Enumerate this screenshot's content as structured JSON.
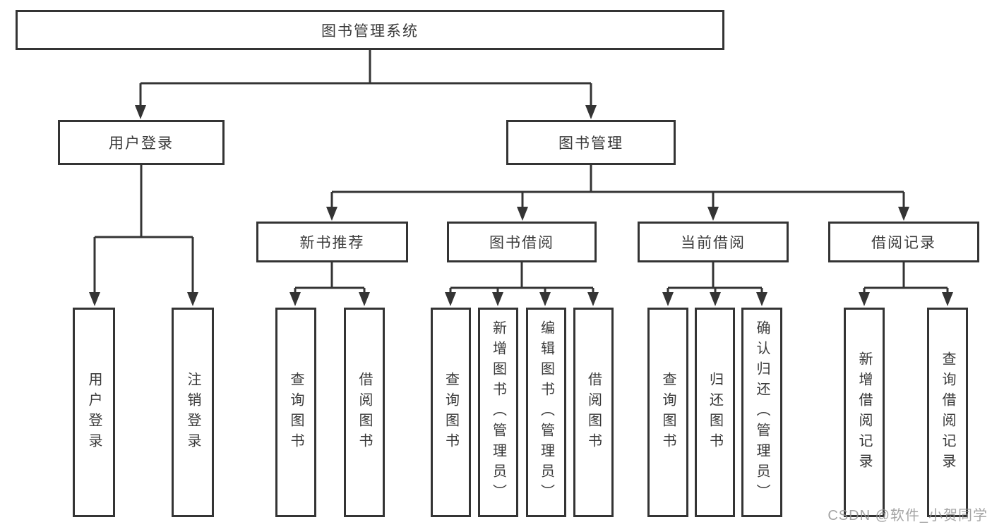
{
  "diagram": {
    "title": "图书管理系统",
    "colors": {
      "line": "#343434",
      "text": "#3a3a3a",
      "background": "#ffffff",
      "watermark": "#949494"
    },
    "nodes": {
      "root": "图书管理系统",
      "user_login": "用户登录",
      "book_mgmt": "图书管理",
      "new_book_rec": "新书推荐",
      "book_borrow": "图书借阅",
      "current_borrow": "当前借阅",
      "borrow_records": "借阅记录",
      "leaf_user_login": "用户登录",
      "leaf_logout": "注销登录",
      "nb_query_book": "查询图书",
      "nb_borrow_book": "借阅图书",
      "bb_query_book": "查询图书",
      "bb_add_book": "新增图书（管理员）",
      "bb_edit_book": "编辑图书（管理员）",
      "bb_borrow_book": "借阅图书",
      "cb_query_book": "查询图书",
      "cb_return_book": "归还图书",
      "cb_confirm_return": "确认归还（管理员）",
      "br_add_record": "新增借阅记录",
      "br_query_record": "查询借阅记录"
    }
  },
  "watermark": {
    "text": "CSDN @软件_小贺同学"
  }
}
